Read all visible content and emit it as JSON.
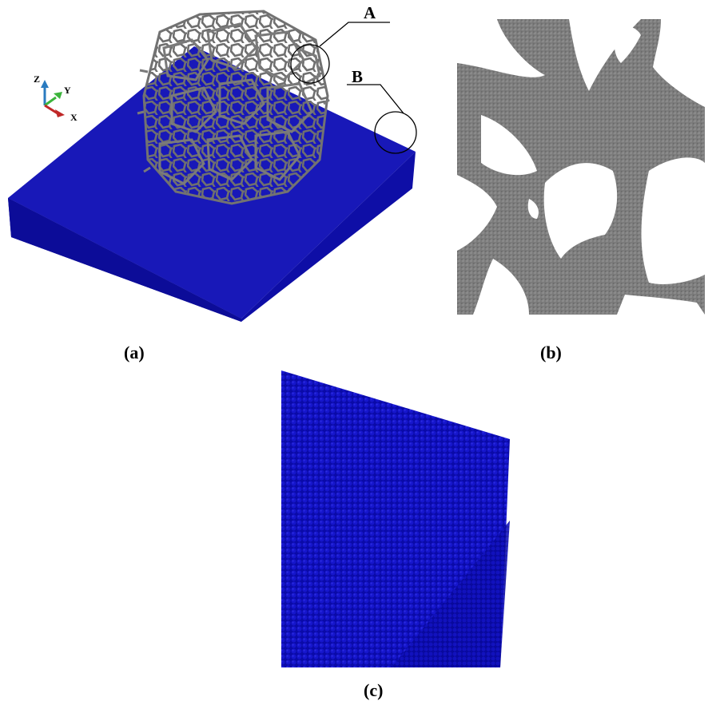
{
  "panel_a": {
    "caption": "(a)",
    "callout_a": "A",
    "callout_b": "B",
    "axes": {
      "z": "Z",
      "y": "Y",
      "x": "X"
    },
    "colors": {
      "substrate": "#1010b0",
      "foam": "#777777",
      "z_axis": "#2a7bc0",
      "y_axis": "#3cb43c",
      "x_axis": "#c02828"
    }
  },
  "panel_b": {
    "caption": "(b)",
    "colors": {
      "background": "#7a7a7a",
      "voids": "#ffffff"
    }
  },
  "panel_c": {
    "caption": "(c)",
    "colors": {
      "particles": "#1212c8",
      "shade": "#0808a0"
    }
  }
}
